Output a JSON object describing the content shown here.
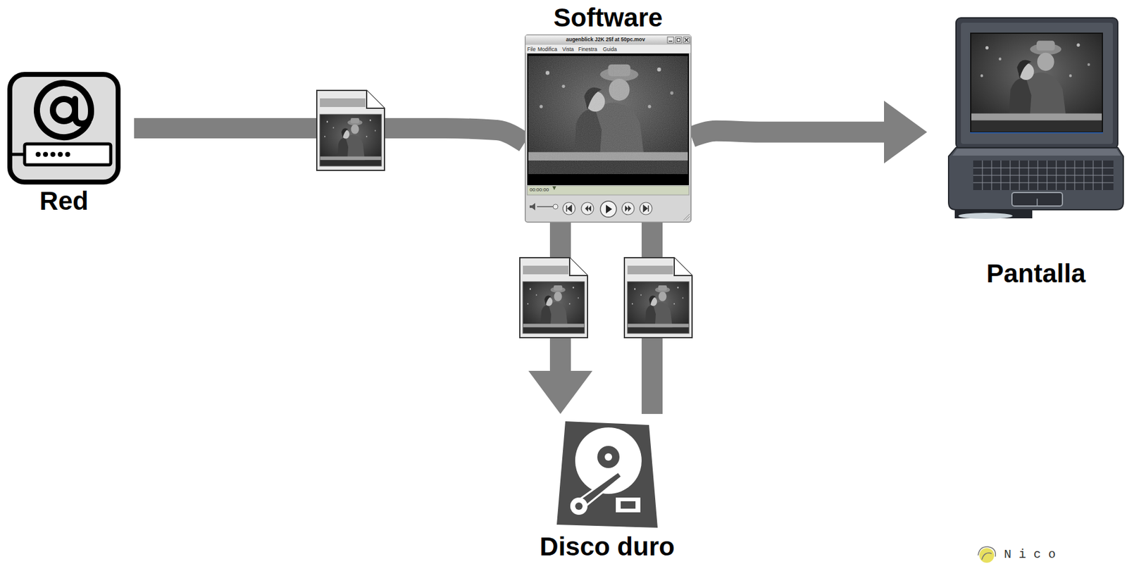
{
  "diagram": {
    "nodes": [
      {
        "text": [
          "Red"
        ]
      },
      {
        "text": [
          "Software"
        ]
      },
      {
        "text": [
          "Pantalla"
        ]
      },
      {
        "text": [
          "Disco duro"
        ]
      }
    ],
    "edges": [
      {
        "from": 0,
        "to": 1,
        "arrow": "none"
      },
      {
        "from": 1,
        "to": 2,
        "arrow": "to"
      },
      {
        "from": 1,
        "to": 3,
        "arrow": "to"
      },
      {
        "from": 3,
        "to": 1,
        "arrow": "none"
      }
    ],
    "labels": [
      "augenblick J2K 25f at 50pc.mov",
      "File",
      "Modifica",
      "Vista",
      "Finestra",
      "Guida",
      "00:00:00",
      "Nico"
    ]
  }
}
